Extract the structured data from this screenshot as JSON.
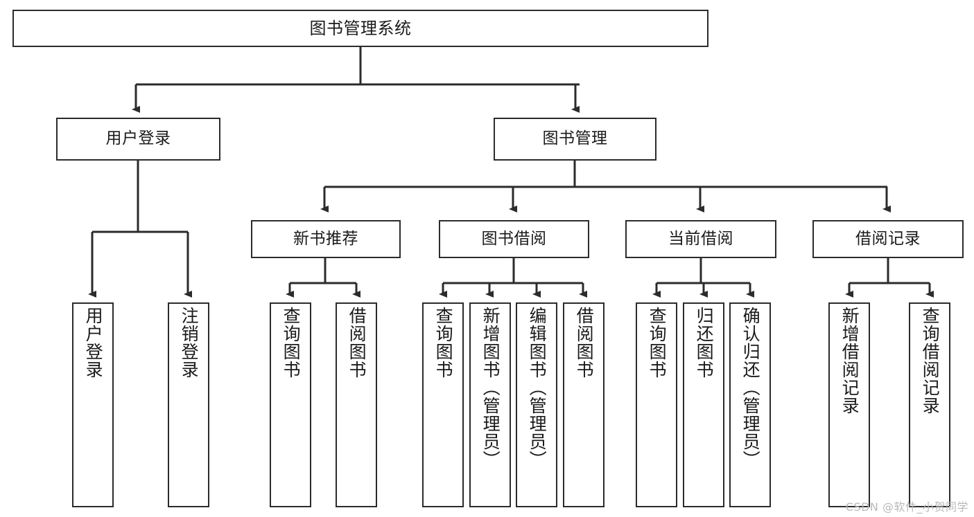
{
  "diagram": {
    "title": "图书管理系统",
    "type": "tree-hierarchy",
    "watermark": "CSDN @软件_小贺同学",
    "colors": {
      "box_border": "#2b2b2b",
      "box_fill": "#ffffff",
      "edge": "#2b2b2b",
      "text": "#1a1a1a",
      "watermark": "#b9b9b9",
      "background": "#ffffff"
    },
    "root": {
      "label": "图书管理系统"
    },
    "level2": [
      {
        "label": "用户登录"
      },
      {
        "label": "图书管理"
      }
    ],
    "level3": [
      {
        "label": "新书推荐"
      },
      {
        "label": "图书借阅"
      },
      {
        "label": "当前借阅"
      },
      {
        "label": "借阅记录"
      }
    ],
    "leaves_user_login": [
      {
        "label": "用户登录"
      },
      {
        "label": "注销登录"
      }
    ],
    "leaves_new_book": [
      {
        "label": "查询图书"
      },
      {
        "label": "借阅图书"
      }
    ],
    "leaves_borrow": [
      {
        "label": "查询图书"
      },
      {
        "label": "新增图书（管理员）"
      },
      {
        "label": "编辑图书（管理员）"
      },
      {
        "label": "借阅图书"
      }
    ],
    "leaves_current": [
      {
        "label": "查询图书"
      },
      {
        "label": "归还图书"
      },
      {
        "label": "确认归还（管理员）"
      }
    ],
    "leaves_record": [
      {
        "label": "新增借阅记录"
      },
      {
        "label": "查询借阅记录"
      }
    ]
  }
}
